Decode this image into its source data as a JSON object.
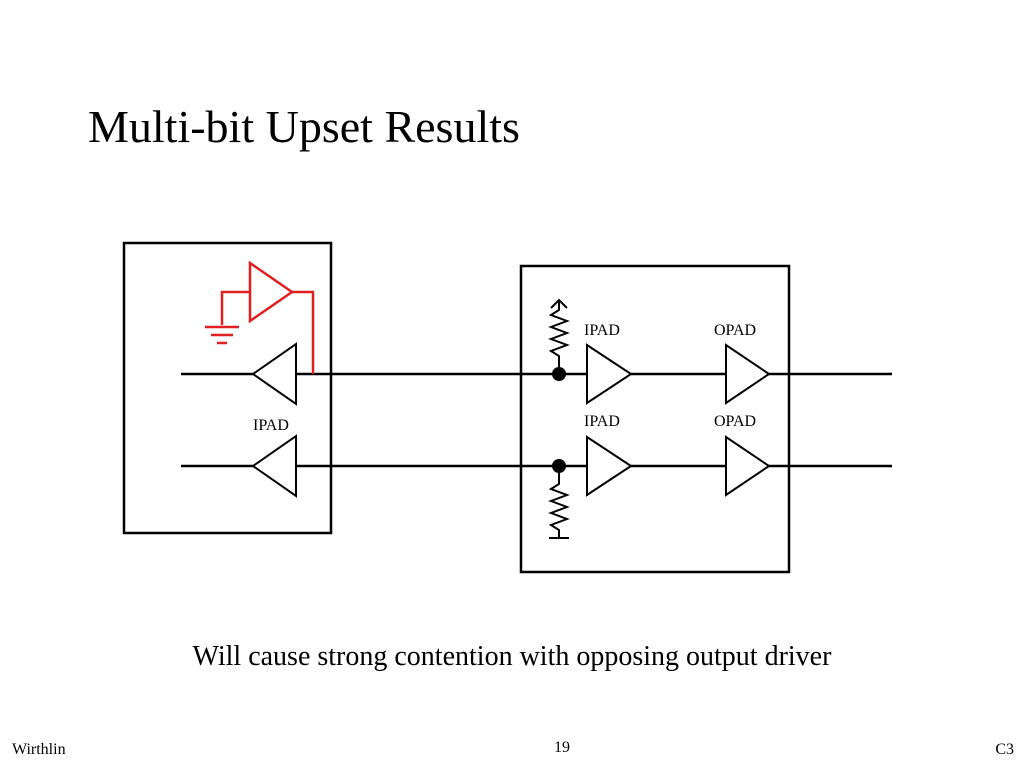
{
  "slide": {
    "title": "Multi-bit Upset Results",
    "caption": "Will cause strong contention with opposing output driver",
    "footer_left": "Wirthlin",
    "page_number": "19",
    "footer_right": "C3"
  },
  "diagram": {
    "left_block": {
      "buffer_label": "IPAD"
    },
    "right_block": {
      "top_input_label": "IPAD",
      "top_output_label": "OPAD",
      "bottom_input_label": "IPAD",
      "bottom_output_label": "OPAD"
    },
    "colors": {
      "wire": "#000000",
      "upset_highlight": "#e02020"
    }
  }
}
